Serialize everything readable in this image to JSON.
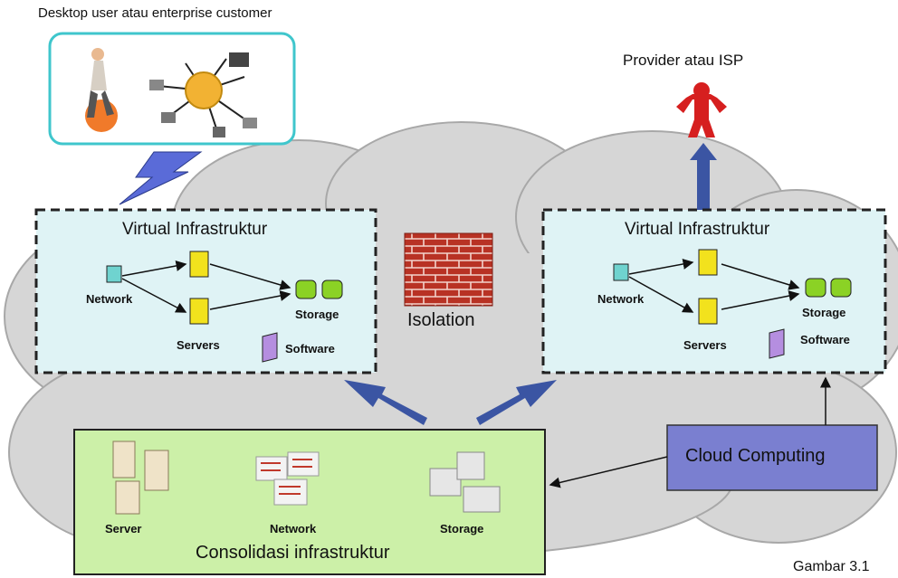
{
  "top_left_caption": "Desktop user atau enterprise customer",
  "provider_caption": "Provider atau ISP",
  "isolation_label": "Isolation",
  "left_vi": {
    "title": "Virtual Infrastruktur",
    "network": "Network",
    "servers": "Servers",
    "storage": "Storage",
    "software": "Software"
  },
  "right_vi": {
    "title": "Virtual Infrastruktur",
    "network": "Network",
    "servers": "Servers",
    "storage": "Storage",
    "software": "Software"
  },
  "consolidation": {
    "title": "Consolidasi infrastruktur",
    "server": "Server",
    "network": "Network",
    "storage": "Storage"
  },
  "cloud_computing_label": "Cloud Computing",
  "figure_caption": "Gambar 3.1",
  "colors": {
    "cloud": "#d9d9d9",
    "vi_box": "#dff3f5",
    "consolidation_box": "#ccf0a8",
    "cloud_computing_box": "#7a7fd0",
    "arrow_blue": "#3b55a3",
    "brick": "#c0392b"
  }
}
